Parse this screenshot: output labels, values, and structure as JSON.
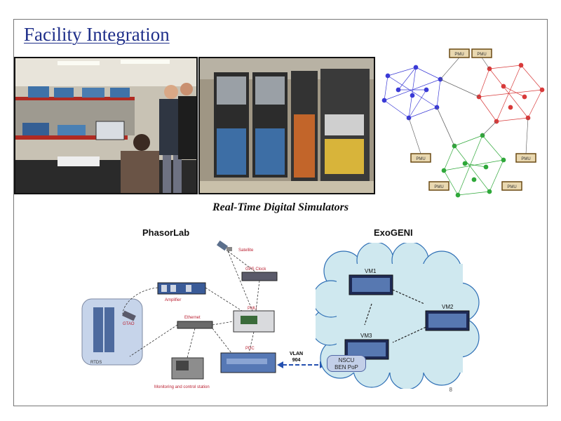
{
  "slide": {
    "title": "Facility Integration",
    "caption": "Real-Time Digital Simulators",
    "page_number": "8"
  },
  "pmu_network": {
    "pmu_labels": [
      "PMU",
      "PMU",
      "PMU",
      "PMU",
      "PMU",
      "PMU"
    ],
    "clusters": [
      {
        "name": "blue",
        "color": "#3a3ad6"
      },
      {
        "name": "red",
        "color": "#d83a3a"
      },
      {
        "name": "green",
        "color": "#2fa83a"
      }
    ]
  },
  "phasorlab": {
    "title": "PhasorLab",
    "satellite": "Satellite",
    "gps_clock": "GPS Clock",
    "amplifier": "Amplifier",
    "gtao": "GTAO",
    "ethernet": "Ethernet",
    "pmu": "PMU",
    "rtds": "RTDS",
    "pdc": "PDC",
    "station": "Monitoring and control station"
  },
  "link": {
    "vlan": "VLAN",
    "vlan_id": "904"
  },
  "exogeni": {
    "title": "ExoGENI",
    "vm1": "VM1",
    "vm2": "VM2",
    "vm3": "VM3",
    "nscu_line1": "NSCU",
    "nscu_line2": "BEN PoP"
  },
  "colors": {
    "title": "#1f2f8a",
    "cloud_fill": "#cfe8ef",
    "cloud_stroke": "#2e6fb5",
    "rtds_blue": "#8da9d6"
  }
}
